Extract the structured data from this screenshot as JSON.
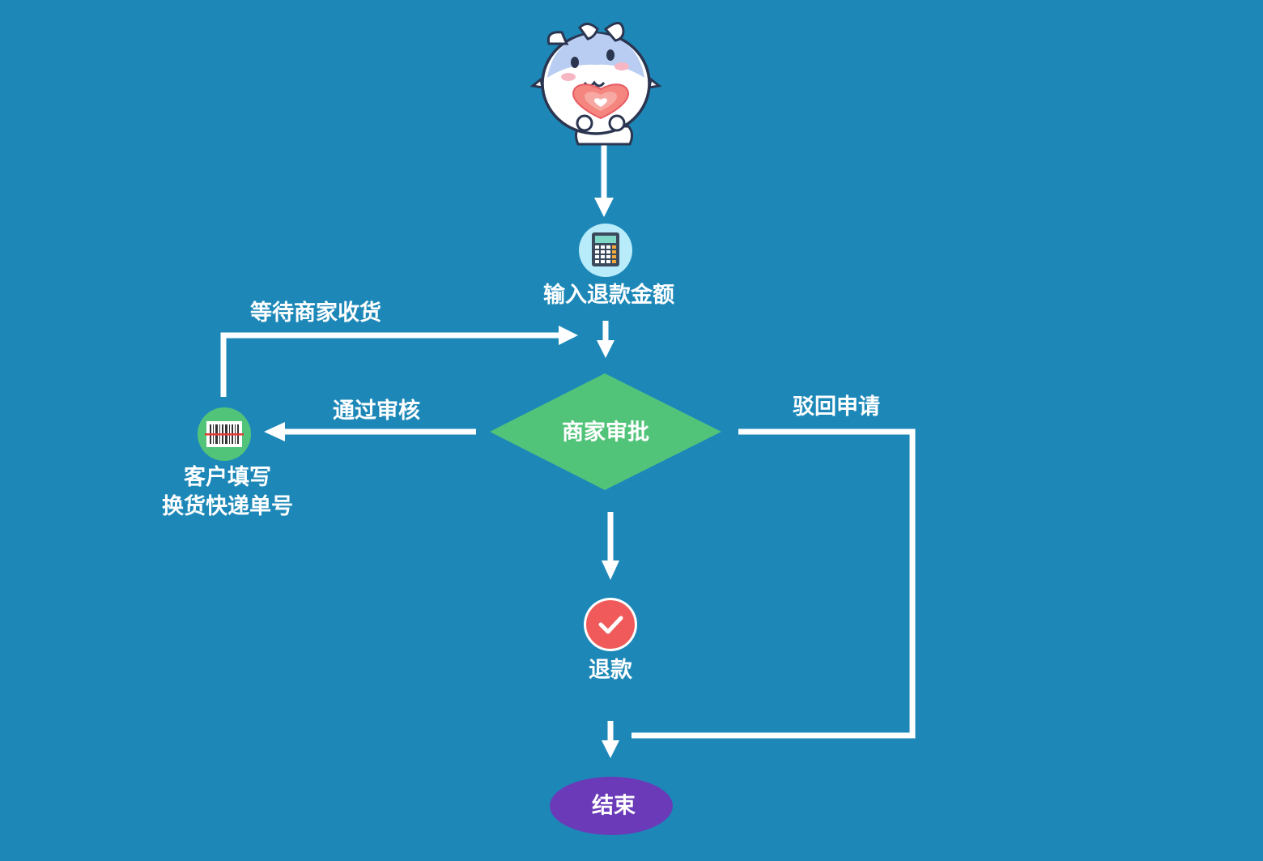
{
  "nodes": {
    "start_mascot": {
      "icon": "mascot-heart-icon"
    },
    "input_refund": {
      "icon": "calculator-icon",
      "label": "输入退款金额"
    },
    "merchant_approval": {
      "label": "商家审批",
      "color": "#52c47a"
    },
    "customer_fill": {
      "icon": "barcode-icon",
      "line1": "客户填写",
      "line2": "换货快递单号",
      "color": "#52c47a"
    },
    "refund": {
      "icon": "check-icon",
      "label": "退款",
      "color": "#f05a5a"
    },
    "end": {
      "label": "结束",
      "color": "#6a3ab8"
    }
  },
  "edges": {
    "wait_receipt": "等待商家收货",
    "pass_review": "通过审核",
    "reject_application": "驳回申请"
  },
  "colors": {
    "background": "#1d88b8",
    "line": "#ffffff",
    "calculator_circle": "#b9ecfb"
  }
}
